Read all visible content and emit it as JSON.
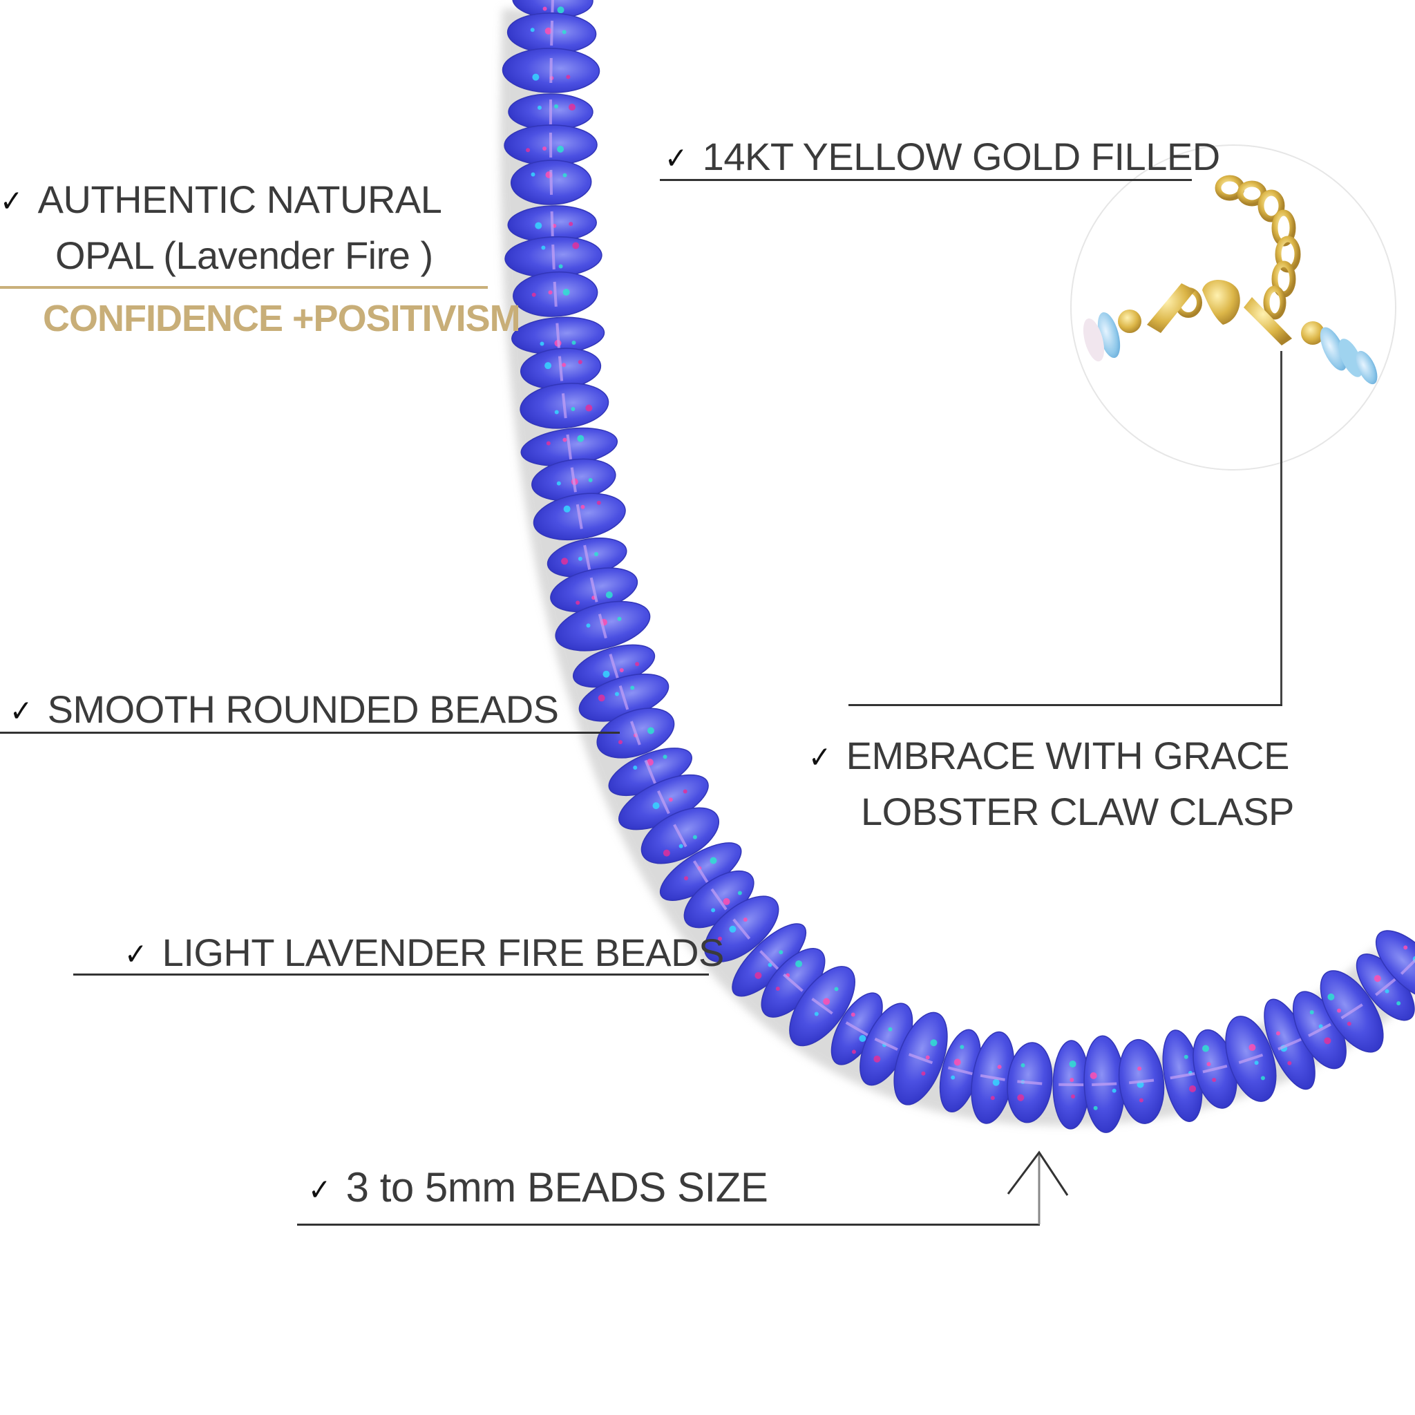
{
  "product": {
    "name": "Lavender Fire Opal Bead Necklace",
    "colors": {
      "bead": "#4a4fe0",
      "bead_light": "#7d84f2",
      "fire_pink": "#e0309a",
      "fire_cyan": "#2fe0d0",
      "gold": "#d9b544",
      "tagline": "#c8ae78",
      "text": "#3b3b3b"
    }
  },
  "features": [
    {
      "id": "opal",
      "check": "✓",
      "lines": [
        "AUTHENTIC NATURAL",
        "OPAL (Lavender Fire )"
      ]
    },
    {
      "id": "gold",
      "check": "✓",
      "lines": [
        "14KT YELLOW GOLD FILLED"
      ]
    },
    {
      "id": "smooth",
      "check": "✓",
      "lines": [
        "SMOOTH ROUNDED BEADS"
      ]
    },
    {
      "id": "clasp",
      "check": "✓",
      "lines": [
        "EMBRACE WITH GRACE",
        "LOBSTER CLAW CLASP"
      ]
    },
    {
      "id": "fire",
      "check": "✓",
      "lines": [
        "LIGHT LAVENDER FIRE BEADS"
      ]
    },
    {
      "id": "size",
      "check": "✓",
      "lines": [
        "3 to 5mm BEADS SIZE"
      ]
    }
  ],
  "tagline": "CONFIDENCE +POSITIVISM"
}
